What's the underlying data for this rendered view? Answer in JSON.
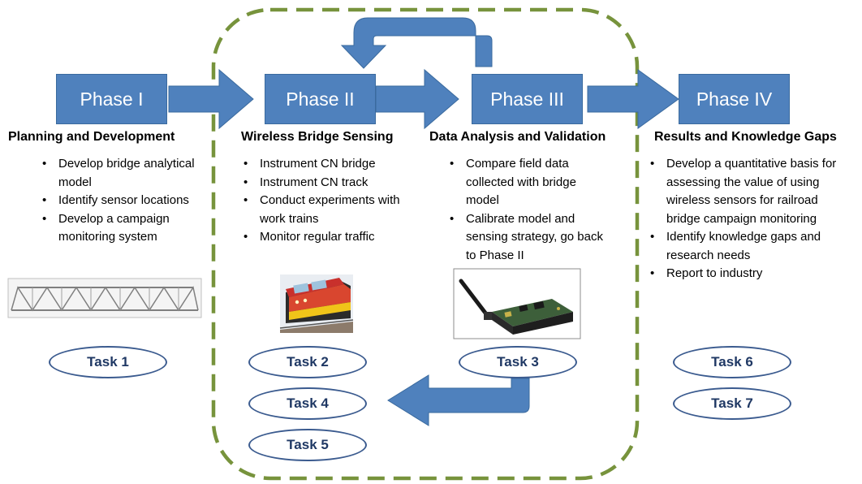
{
  "phases": [
    {
      "label": "Phase I",
      "heading": "Planning and Development",
      "bullets": [
        "Develop bridge analytical model",
        "Identify sensor locations",
        "Develop a campaign monitoring system"
      ]
    },
    {
      "label": "Phase II",
      "heading": "Wireless Bridge Sensing",
      "bullets": [
        "Instrument CN bridge",
        "Instrument CN track",
        "Conduct experiments with work trains",
        "Monitor regular traffic"
      ]
    },
    {
      "label": "Phase III",
      "heading": "Data Analysis and Validation",
      "bullets": [
        "Compare field data collected with bridge model",
        "Calibrate model and sensing strategy, go back to Phase II"
      ]
    },
    {
      "label": "Phase IV",
      "heading": "Results and Knowledge Gaps",
      "bullets": [
        "Develop a quantitative basis for assessing the value of using wireless sensors for railroad bridge campaign monitoring",
        "Identify knowledge gaps and research needs",
        "Report to industry"
      ]
    }
  ],
  "tasks": [
    "Task 1",
    "Task 2",
    "Task 3",
    "Task 4",
    "Task 5",
    "Task 6",
    "Task 7"
  ],
  "colors": {
    "phase_box": "#4f81bd",
    "arrow": "#4f81bd",
    "dashed_border": "#77933c",
    "task_text": "#1f3864",
    "task_border": "#3b5b8f"
  }
}
